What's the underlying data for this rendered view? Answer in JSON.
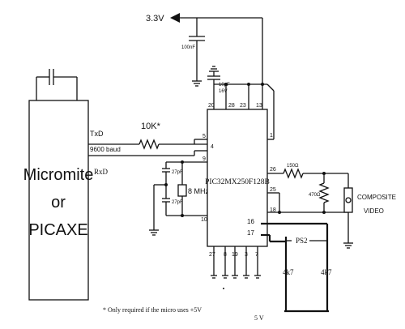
{
  "supply": {
    "label": "3.3V"
  },
  "controller": {
    "line1": "Micromite",
    "line2": "or",
    "line3": "PICAXE"
  },
  "signals": {
    "txd": "TxD",
    "baud": "9600 baud",
    "rxd": "RxD"
  },
  "chip": {
    "name": "PIC32MX250F128B",
    "pins": {
      "p20": "20",
      "p28": "28",
      "p23": "23",
      "p13": "13",
      "p1": "1",
      "p5": "5",
      "p4": "4",
      "p9": "9",
      "p10": "10",
      "p26": "26",
      "p25": "25",
      "p18": "18",
      "p16": "16",
      "p17": "17",
      "p27": "27",
      "p8": "8",
      "p19": "19",
      "p3": "3",
      "p7": "7"
    }
  },
  "components": {
    "c_supply": "100nF",
    "c_bulk_value": "10µF",
    "c_bulk_voltage": "16V",
    "r_series": "10K*",
    "cap_top": "27pF",
    "cap_bottom": "27pF",
    "crystal": "8 MHz",
    "r_video_series": "150Ω",
    "r_video_shunt": "470Ω",
    "r_pullup_1": "4k7",
    "r_pullup_2": "4k7"
  },
  "video": {
    "line1": "COMPOSITE",
    "line2": "VIDEO"
  },
  "ps2": {
    "label": "PS2"
  },
  "power_5v": {
    "label": "5 V"
  },
  "note": {
    "text": "* Only required if the micro uses +5V"
  }
}
